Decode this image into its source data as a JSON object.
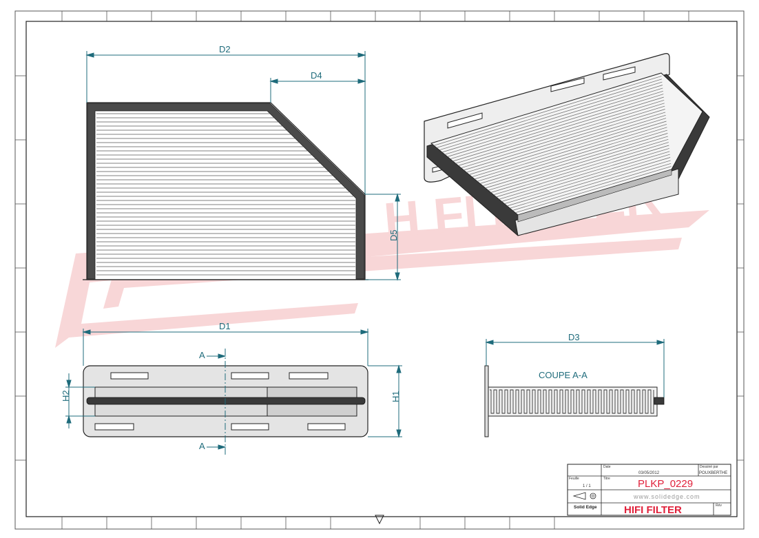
{
  "dimensions": {
    "d1": "D1",
    "d2": "D2",
    "d3": "D3",
    "d4": "D4",
    "d5": "D5",
    "h1": "H1",
    "h2": "H2"
  },
  "section": {
    "marker": "A",
    "caption": "COUPE A-A"
  },
  "title_block": {
    "date_label": "Date",
    "date_value": "03/05/2012",
    "author_label": "Dessiné par",
    "author_value": "POUXBERTHE",
    "sheet_label": "Feuille",
    "sheet_value": "1 / 1",
    "title_label": "Titre",
    "part_number": "PLKP_0229",
    "website": "www.solidedge.com",
    "software": "Solid Edge",
    "brand": "HIFI FILTER",
    "rev_label": "Rév"
  },
  "watermark": {
    "text": "HIFI FILTER",
    "color": "#e0474c"
  },
  "colors": {
    "dimension": "#1e6b7b",
    "title_red": "#e0203a",
    "frame": "#222222"
  }
}
